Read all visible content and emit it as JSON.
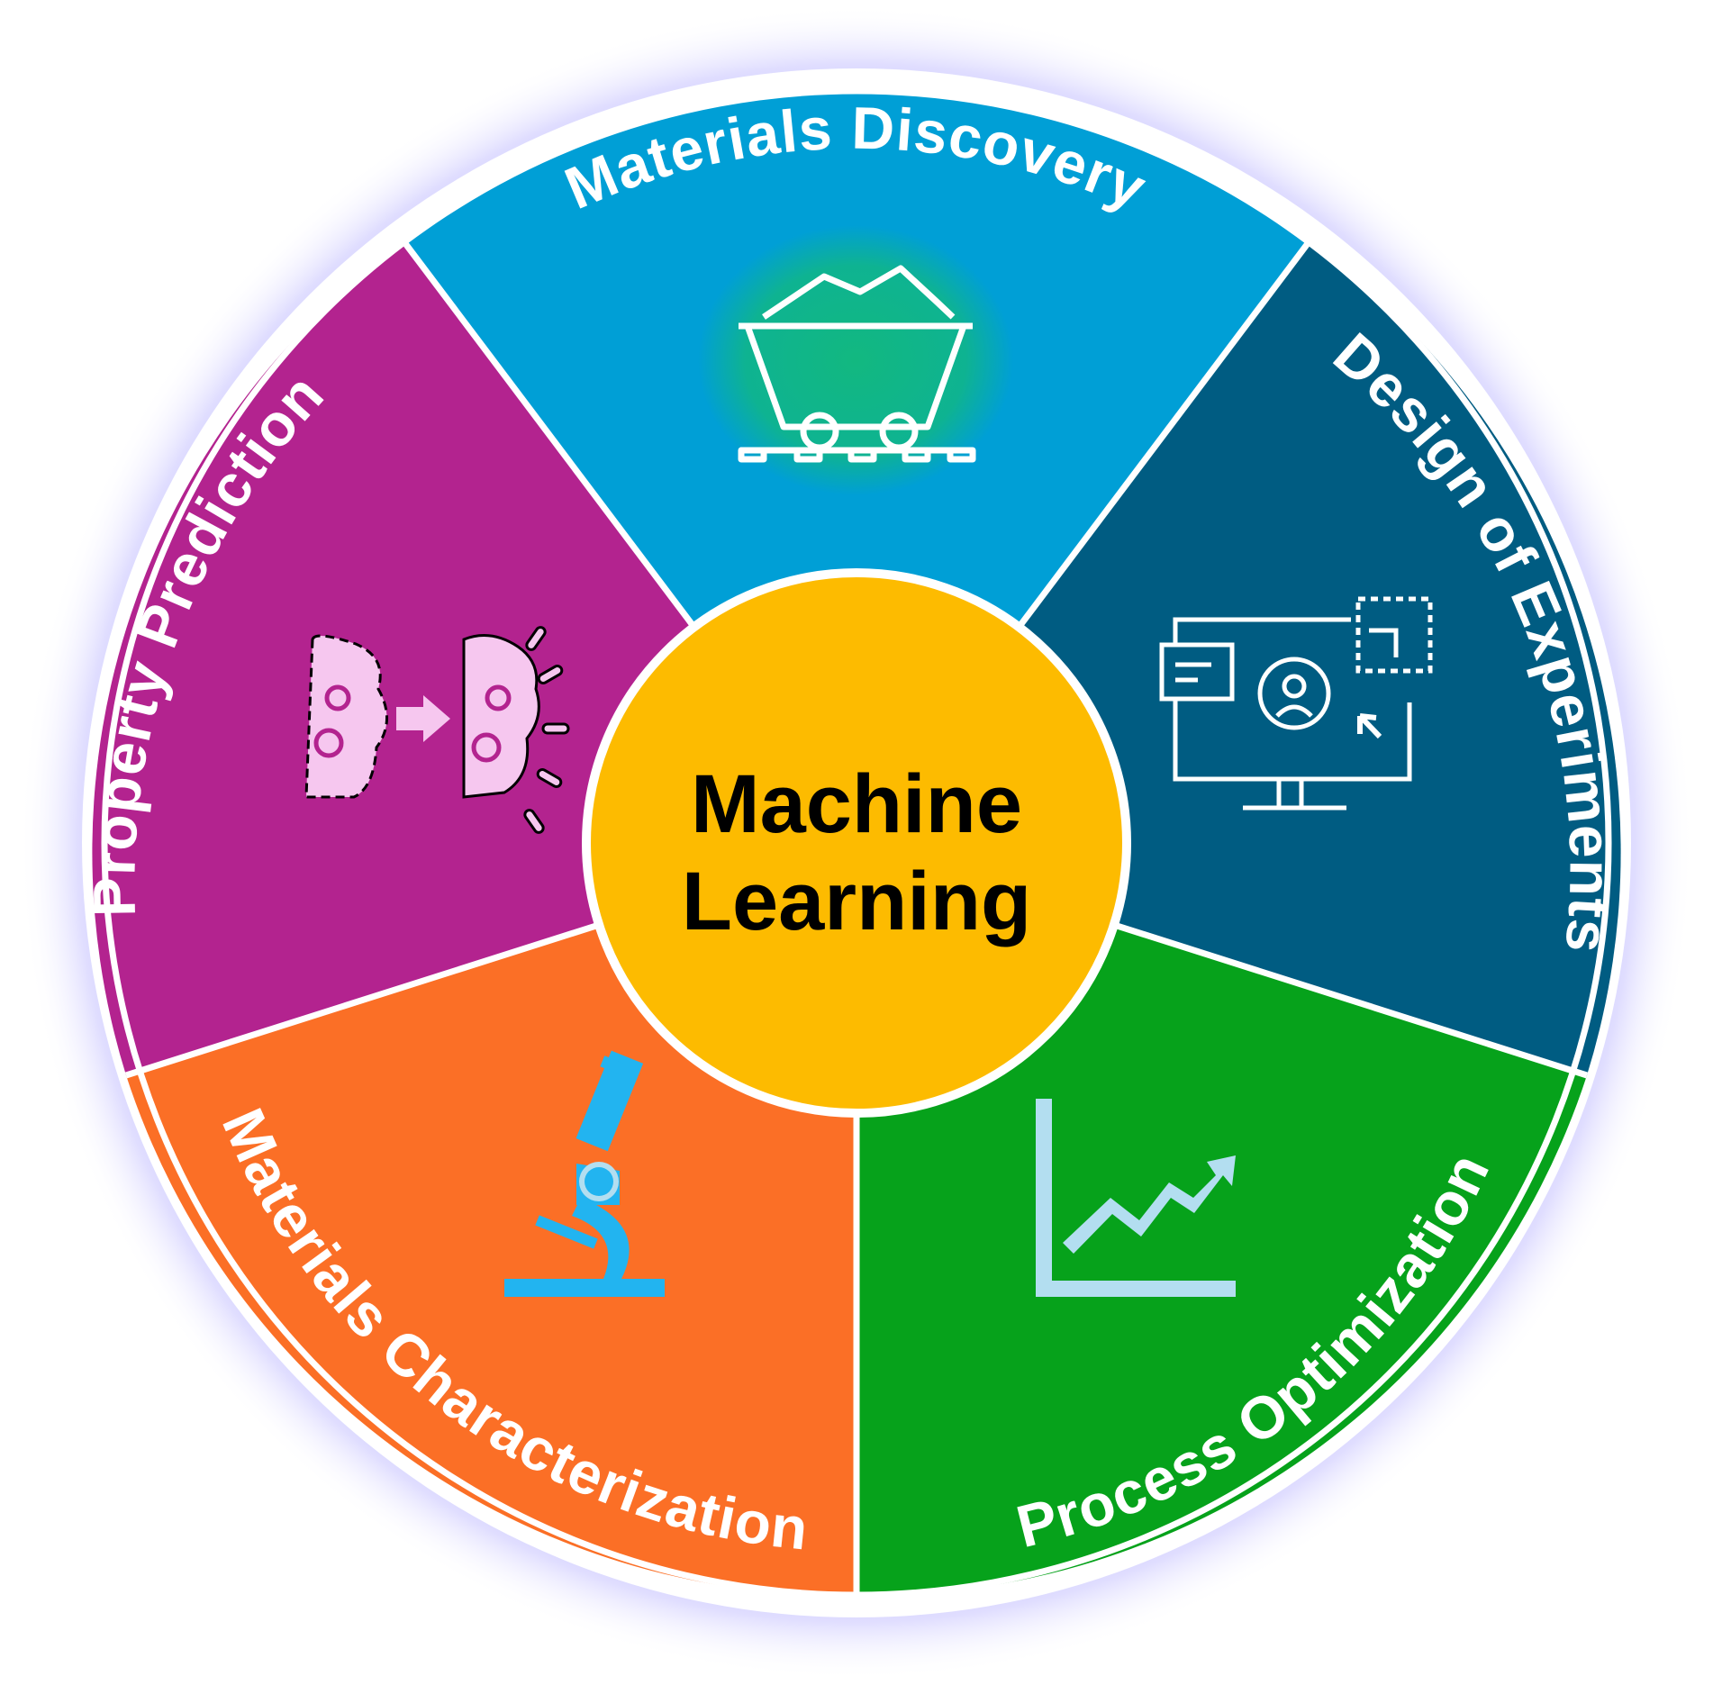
{
  "center": {
    "line1": "Machine",
    "line2": "Learning",
    "color": "#FDBB00"
  },
  "segments": [
    {
      "id": "discovery",
      "label": "Materials Discovery",
      "color": "#009FD6",
      "icon": "mine-cart-icon"
    },
    {
      "id": "doe",
      "label": "Design of Experiments",
      "color": "#005C82",
      "icon": "computer-monitor-icon"
    },
    {
      "id": "process",
      "label": "Process Optimization",
      "color": "#06A21B",
      "icon": "growth-chart-icon"
    },
    {
      "id": "characterization",
      "label": "Materials Characterization",
      "color": "#FB6F26",
      "icon": "microscope-icon"
    },
    {
      "id": "prediction",
      "label": "Property Prediction",
      "color": "#B3238F",
      "icon": "cloud-gears-icon"
    }
  ],
  "colors": {
    "glow": "#C4C0FF",
    "divider": "#ffffff",
    "label_text": "#ffffff",
    "center_text": "#000000"
  }
}
